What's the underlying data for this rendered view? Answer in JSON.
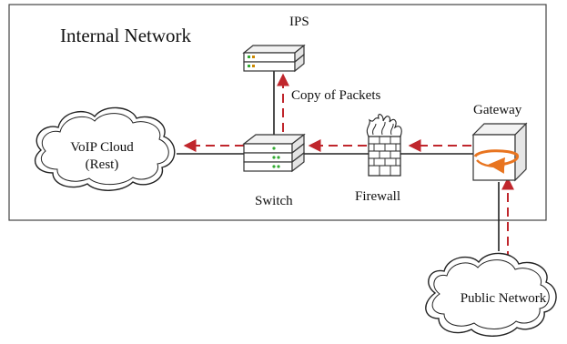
{
  "diagram": {
    "region_title": "Internal Network",
    "nodes": {
      "ips": "IPS",
      "switch": "Switch",
      "firewall": "Firewall",
      "gateway": "Gateway",
      "voip_cloud_line1": "VoIP Cloud",
      "voip_cloud_line2": "(Rest)",
      "public_network": "Public Network"
    },
    "edge_labels": {
      "copy_of_packets": "Copy of Packets"
    },
    "colors": {
      "flow_arrow": "#c0262c",
      "link": "#222222",
      "gateway_rotation": "#e8741f"
    }
  }
}
